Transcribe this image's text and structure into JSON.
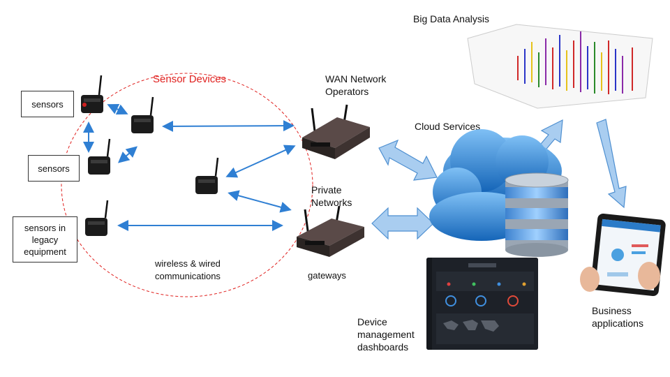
{
  "labels": {
    "sensor_devices": "Sensor Devices",
    "wan_operators": "WAN Network Operators",
    "private_networks": "Private Networks",
    "cloud_services": "Cloud Services",
    "big_data": "Big Data Analysis",
    "gateways": "gateways",
    "wireless": "wireless & wired communications",
    "dashboards": "Device management dashboards",
    "business": "Business applications"
  },
  "sensor_boxes": [
    "sensors",
    "sensors",
    "sensors in legacy equipment"
  ],
  "colors": {
    "sensor_title": "#e0201e",
    "circle": "#e0201e",
    "arrow": "#2f7fd3",
    "big_arrow_fill": "#a9cdf0",
    "big_arrow_stroke": "#4e8fd0",
    "cloud": "#2a86d6",
    "db": "#5a9fe0"
  }
}
